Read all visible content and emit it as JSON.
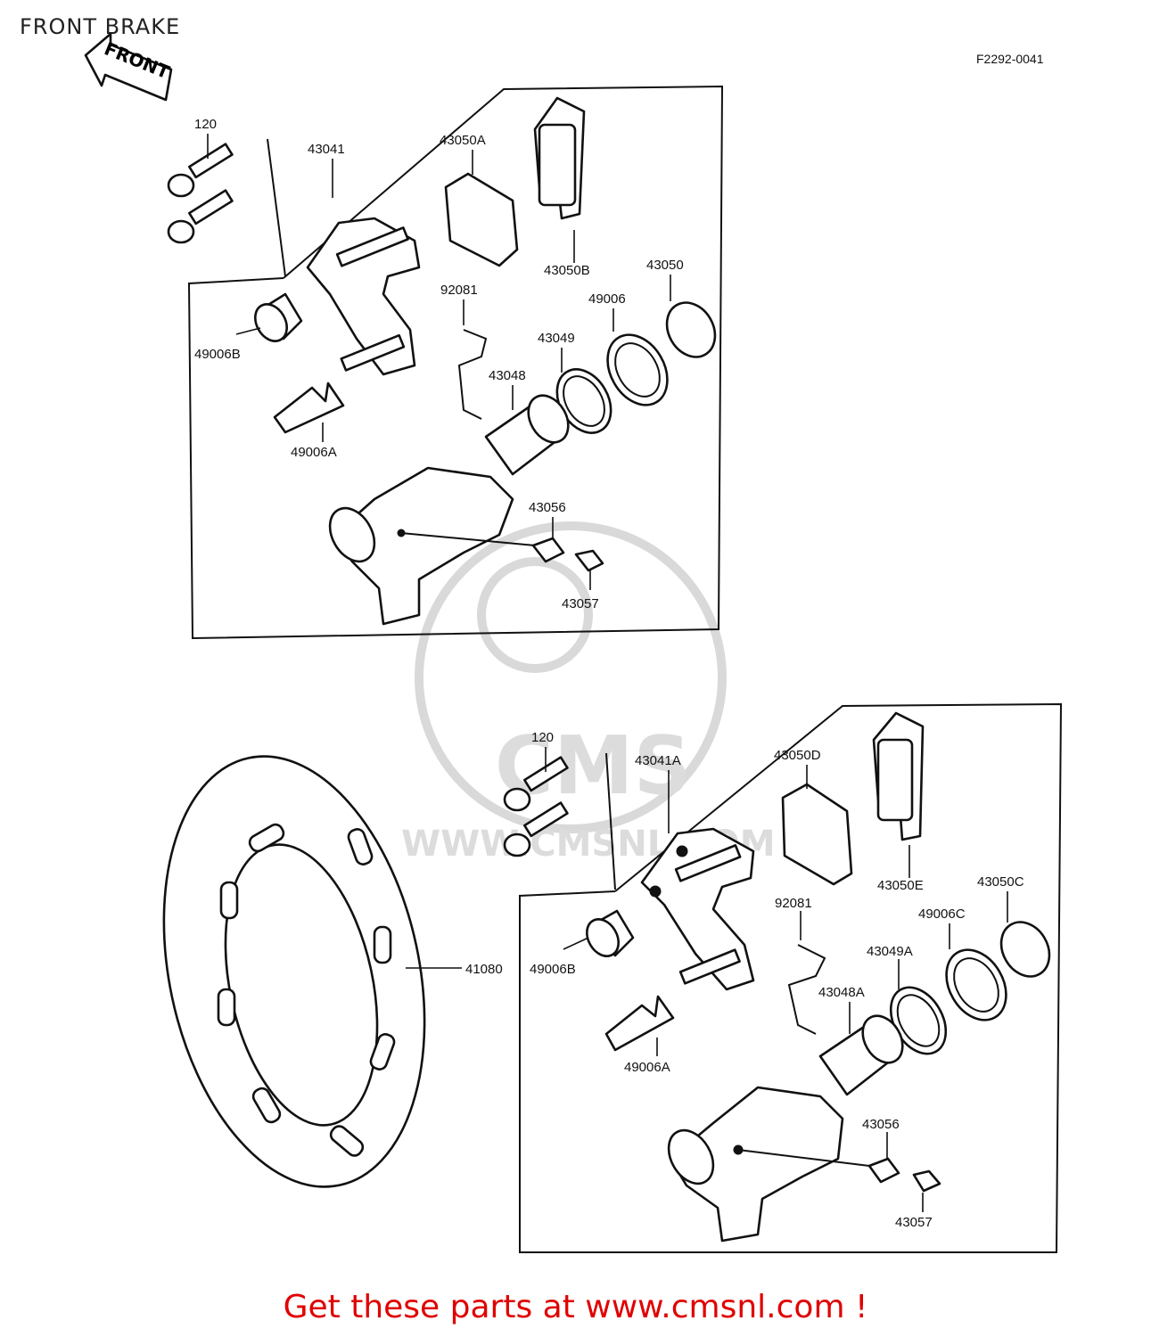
{
  "title": "FRONT BRAKE",
  "diagram_code": "F2292-0041",
  "front_arrow": "FRONT",
  "footer": "Get these parts at www.cmsnl.com !",
  "watermark": {
    "brand": "CMS",
    "url": "WWW.CMSNL.COM"
  },
  "parts": {
    "upper": {
      "p120": "120",
      "p43041": "43041",
      "p43050A": "43050A",
      "p43050B": "43050B",
      "p43050": "43050",
      "p92081": "92081",
      "p49006": "49006",
      "p43049": "43049",
      "p43048": "43048",
      "p49006B": "49006B",
      "p49006A": "49006A",
      "p43056": "43056",
      "p43057": "43057"
    },
    "lower": {
      "p120": "120",
      "p43041A": "43041A",
      "p43050D": "43050D",
      "p43050E": "43050E",
      "p43050C": "43050C",
      "p92081": "92081",
      "p49006C": "49006C",
      "p43049A": "43049A",
      "p43048A": "43048A",
      "p49006B": "49006B",
      "p49006A": "49006A",
      "p43056": "43056",
      "p43057": "43057",
      "p41080": "41080"
    }
  }
}
